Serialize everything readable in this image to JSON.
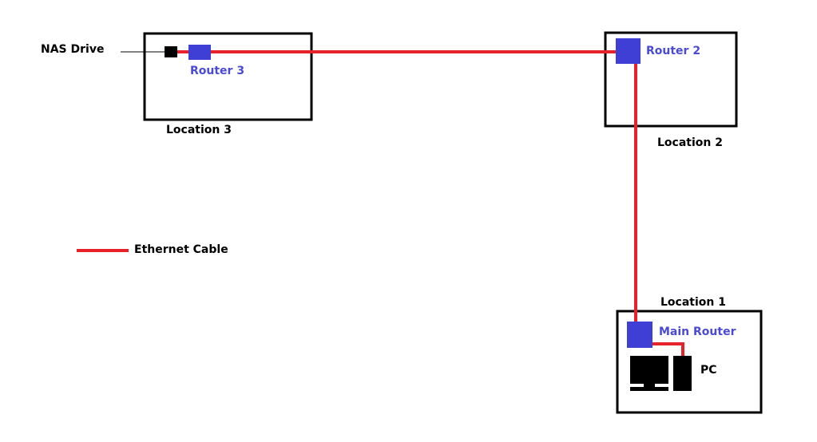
{
  "colors": {
    "cable": "#e8222b",
    "router": "#3f3fd6",
    "router_label": "#4a4ad4",
    "box_border": "#000000",
    "device": "#000000"
  },
  "locations": [
    {
      "id": "location-1",
      "label": "Location 1"
    },
    {
      "id": "location-2",
      "label": "Location 2"
    },
    {
      "id": "location-3",
      "label": "Location 3"
    }
  ],
  "routers": [
    {
      "id": "main-router",
      "label": "Main Router"
    },
    {
      "id": "router-2",
      "label": "Router 2"
    },
    {
      "id": "router-3",
      "label": "Router 3"
    }
  ],
  "devices": {
    "nas": {
      "label": "NAS Drive"
    },
    "pc": {
      "label": "PC"
    }
  },
  "legend": {
    "cable_label": "Ethernet Cable"
  }
}
